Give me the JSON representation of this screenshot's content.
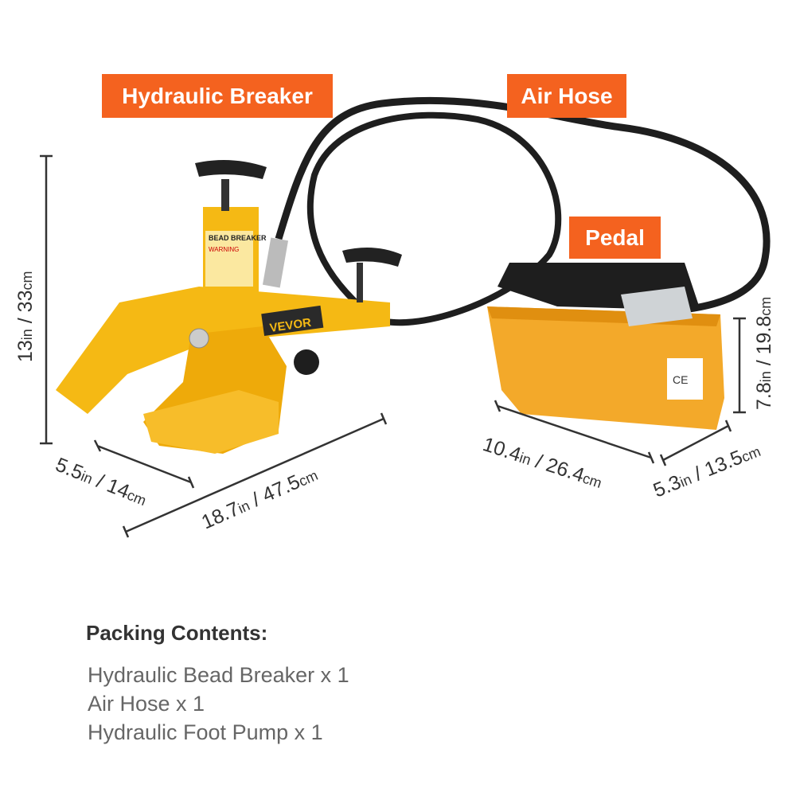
{
  "labels": {
    "breaker": "Hydraulic Breaker",
    "hose": "Air Hose",
    "pedal": "Pedal"
  },
  "dimensions": {
    "breaker_height": {
      "value": "13",
      "unit1": "in",
      "sep": " / 33",
      "unit2": "cm"
    },
    "breaker_depth": {
      "value": "5.5",
      "unit1": "in",
      "sep": " / 14",
      "unit2": "cm"
    },
    "breaker_length": {
      "value": "18.7",
      "unit1": "in",
      "sep": " / 47.5",
      "unit2": "cm"
    },
    "pump_length": {
      "value": "10.4",
      "unit1": "in",
      "sep": " / 26.4",
      "unit2": "cm"
    },
    "pump_width": {
      "value": "5.3",
      "unit1": "in",
      "sep": " / 13.5",
      "unit2": "cm"
    },
    "pump_height": {
      "value": "7.8",
      "unit1": "in",
      "sep": " / 19.8",
      "unit2": "cm"
    }
  },
  "product_markings": {
    "brand": "VEVOR",
    "cylinder_label": "BEAD BREAKER",
    "warning": "WARNING",
    "cert": "CE"
  },
  "packing": {
    "title": "Packing Contents:",
    "items": [
      "Hydraulic Bead Breaker x 1",
      "Air Hose x 1",
      "Hydraulic Foot Pump x 1"
    ]
  },
  "colors": {
    "tag": "#f4621f",
    "yellow": "#f5b914",
    "pump": "#f3a92a",
    "black": "#1e1e1e"
  }
}
